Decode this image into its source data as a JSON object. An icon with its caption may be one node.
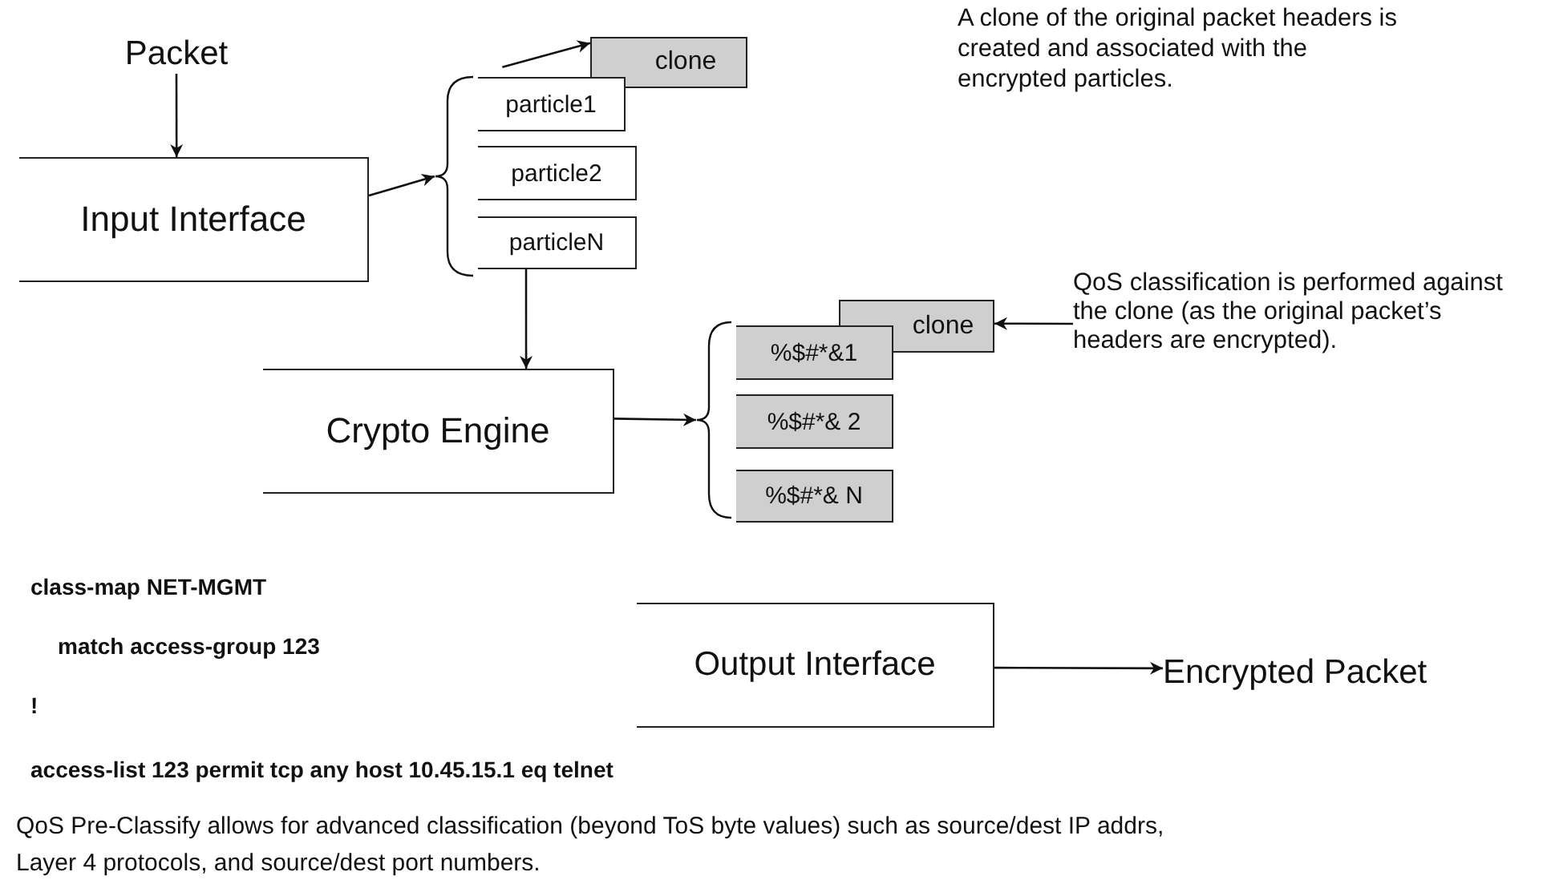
{
  "diagram": {
    "nodes": [
      {
        "text": [
          "Packet"
        ]
      },
      {
        "text": [
          "Input Interface"
        ]
      },
      {
        "text": [
          "clone"
        ]
      },
      {
        "text": [
          "particle1"
        ]
      },
      {
        "text": [
          "particle2"
        ]
      },
      {
        "text": [
          "particleN"
        ]
      },
      {
        "text": [
          "Crypto Engine"
        ]
      },
      {
        "text": [
          "clone"
        ]
      },
      {
        "text": [
          "%$#*&1"
        ]
      },
      {
        "text": [
          "%$#*& 2"
        ]
      },
      {
        "text": [
          "%$#*& N"
        ]
      },
      {
        "text": [
          "Output Interface"
        ]
      },
      {
        "text": [
          "Encrypted Packet"
        ]
      },
      {
        "text": [
          "QoS classification is performed against the clone (as the original packet’s headers are encrypted)."
        ]
      },
      {
        "text": [],
        "shape": "brace"
      },
      {
        "text": [],
        "shape": "brace"
      }
    ],
    "edges": [
      {
        "from": 0,
        "to": 1,
        "arrow": "to"
      },
      {
        "from": 1,
        "to": 14,
        "arrow": "to"
      },
      {
        "from": 3,
        "to": 2,
        "arrow": "to"
      },
      {
        "from": 5,
        "to": 6,
        "arrow": "to"
      },
      {
        "from": 6,
        "to": 15,
        "arrow": "to"
      },
      {
        "from": 13,
        "to": 7,
        "arrow": "to"
      },
      {
        "from": 11,
        "to": 12,
        "arrow": "to"
      }
    ],
    "labels": [
      "A clone of the original packet headers is created and associated with the encrypted particles.",
      "class-map NET-MGMT",
      "match access-group 123",
      "!",
      "access-list 123 permit tcp any host 10.45.15.1 eq telnet",
      "QoS Pre-Classify allows for advanced classification (beyond ToS byte values) such as source/dest IP addrs, Layer 4 protocols, and source/dest port numbers."
    ]
  }
}
